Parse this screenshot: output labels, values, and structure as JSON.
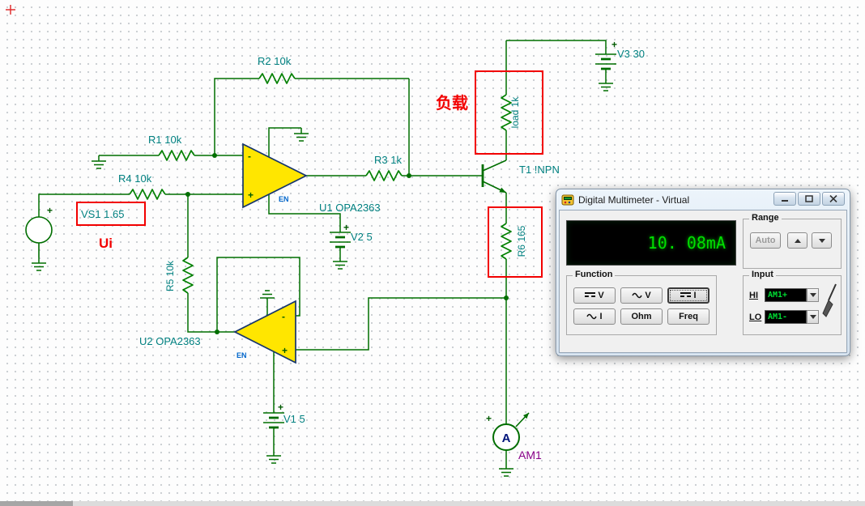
{
  "schematic": {
    "components": {
      "r1": "R1 10k",
      "r2": "R2 10k",
      "r3": "R3 1k",
      "r4": "R4 10k",
      "r5": "R5 10k",
      "r6": "R6 165",
      "load": "load 1k",
      "vs1": "VS1 1.65",
      "v1": "V1 5",
      "v2": "V2 5",
      "v3": "V3 30",
      "u1": "U1 OPA2363",
      "u2": "U2 OPA2363",
      "t1": "T1 !NPN",
      "am1": "AM1"
    },
    "pin_labels": {
      "en": "EN",
      "plus": "+",
      "minus": "-",
      "ammeter": "A"
    },
    "annotations": {
      "load_cn": "负载",
      "input_label": "Ui"
    },
    "colors": {
      "wire": "#006e00",
      "resistor": "#008000",
      "component_label": "#008080",
      "annotation": "#f20000",
      "opamp_fill": "#ffe600",
      "opamp_stroke": "#16356c",
      "am1_label": "#880088",
      "en_label": "#0066cc"
    }
  },
  "multimeter": {
    "title": "Digital Multimeter - Virtual",
    "display": {
      "value": "10. 08mA",
      "text_color": "#00e000",
      "bg_color": "#000000"
    },
    "range": {
      "label": "Range",
      "auto_button": "Auto"
    },
    "function": {
      "label": "Function",
      "buttons": [
        {
          "label": "V",
          "mode": "dc",
          "selected": false
        },
        {
          "label": "V",
          "mode": "ac",
          "selected": false
        },
        {
          "label": "I",
          "mode": "dc",
          "selected": true
        },
        {
          "label": "I",
          "mode": "ac",
          "selected": false
        },
        {
          "label": "Ohm",
          "selected": false
        },
        {
          "label": "Freq",
          "selected": false
        }
      ]
    },
    "input": {
      "label": "Input",
      "hi_label": "HI",
      "lo_label": "LO",
      "hi_value": "AM1+",
      "lo_value": "AM1-"
    }
  }
}
